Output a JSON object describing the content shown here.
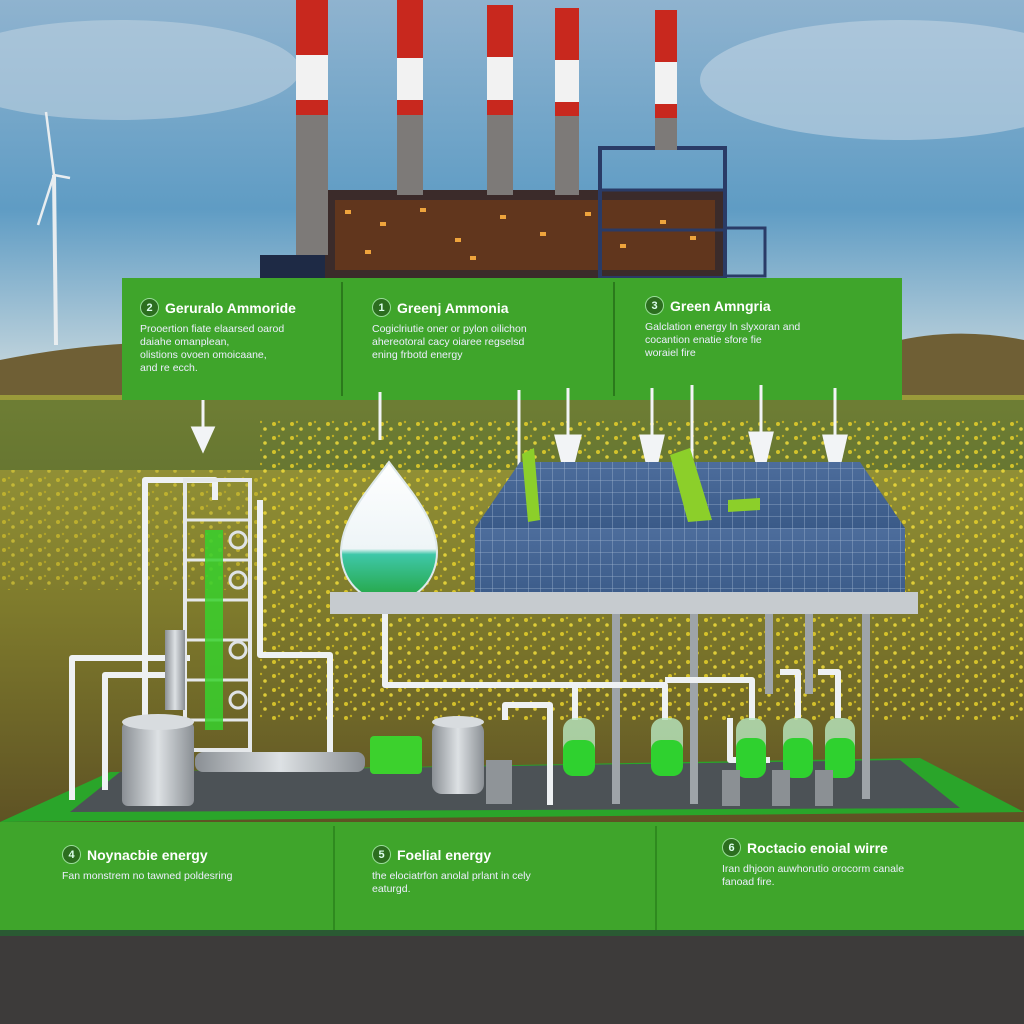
{
  "top_panels": [
    {
      "number": "2",
      "title": "Geruralo Ammoride",
      "lines": [
        "Prooertion fiate elaarsed oarod",
        "daiahe omanplean,",
        "olistions ovoen omoicaane,",
        "and re ecch."
      ]
    },
    {
      "number": "1",
      "title": "Greenj Ammonia",
      "lines": [
        "Cogiclriutie oner or pylon oilichon",
        "ahereotoral cacy oiaree regselsd",
        "ening frbotd energy"
      ]
    },
    {
      "number": "3",
      "title": "Green Amngria",
      "lines": [
        "Galclation energy ln slyxoran and",
        "cocantion enatie sfore fie",
        "woraiel fire"
      ]
    }
  ],
  "bottom_panels": [
    {
      "number": "4",
      "title": "Noynacbie energy",
      "lines": [
        "Fan monstrem no tawned poldesring"
      ]
    },
    {
      "number": "5",
      "title": "Foelial energy",
      "lines": [
        "the elociatrfon anolal prlant in cely",
        "eaturgd."
      ]
    },
    {
      "number": "6",
      "title": "Roctacio enoial wirre",
      "lines": [
        "Iran dhjoon auwhorutio orocorm canale",
        "fanoad fire."
      ]
    }
  ],
  "colors": {
    "panel_green": "#3fa52b",
    "panel_green_dark": "#2f8f1f",
    "sky": "#8fb9d6",
    "field": "#8a8a2a",
    "liquid": "#2fd12f"
  }
}
